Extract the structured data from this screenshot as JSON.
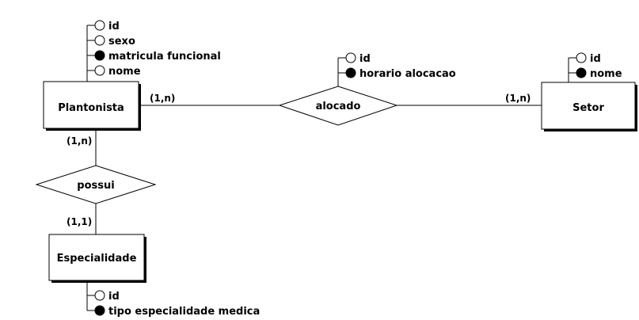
{
  "entities": {
    "plantonista": {
      "label": "Plantonista",
      "attributes": [
        {
          "name": "id",
          "key": false
        },
        {
          "name": "sexo",
          "key": false
        },
        {
          "name": "matricula funcional",
          "key": true
        },
        {
          "name": "nome",
          "key": false
        }
      ]
    },
    "setor": {
      "label": "Setor",
      "attributes": [
        {
          "name": "id",
          "key": false
        },
        {
          "name": "nome",
          "key": true
        }
      ]
    },
    "especialidade": {
      "label": "Especialidade",
      "attributes": [
        {
          "name": "id",
          "key": false
        },
        {
          "name": "tipo especialidade medica",
          "key": true
        }
      ]
    }
  },
  "relationships": {
    "alocado": {
      "label": "alocado",
      "attributes": [
        {
          "name": "id",
          "key": false
        },
        {
          "name": "horario alocacao",
          "key": true
        }
      ]
    },
    "possui": {
      "label": "possui"
    }
  },
  "cardinalities": {
    "plantonista_alocado": "(1,n)",
    "setor_alocado": "(1,n)",
    "plantonista_possui": "(1,n)",
    "especialidade_possui": "(1,1)"
  }
}
